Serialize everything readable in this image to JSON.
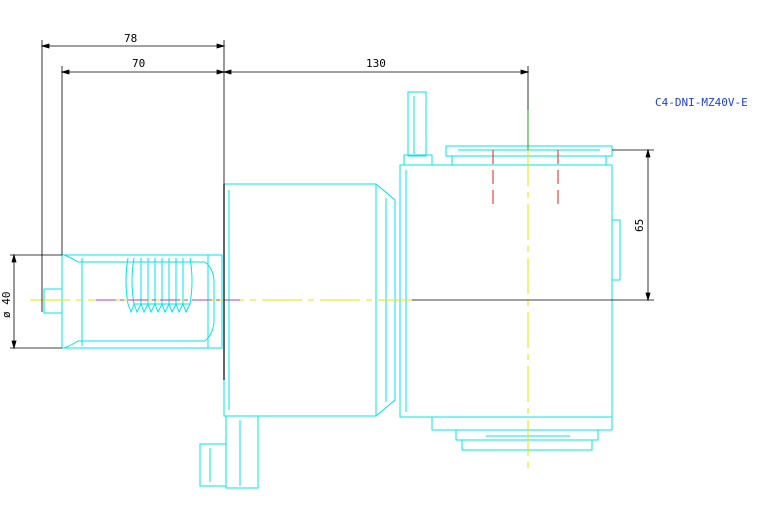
{
  "drawing": {
    "part_code": "C4-DNI-MZ40V-E",
    "dimensions": {
      "d78": "78",
      "d70": "70",
      "d130": "130",
      "d65": "65",
      "dia40": "ø 40"
    }
  },
  "colors": {
    "geometry": "#00e5ee",
    "dimension": "#000000",
    "centerline": "#e6e600",
    "hidden": "#e0201a",
    "axis_green": "#1fa01f",
    "shaft_center": "#b040b0",
    "title": "#1f3fd6"
  }
}
